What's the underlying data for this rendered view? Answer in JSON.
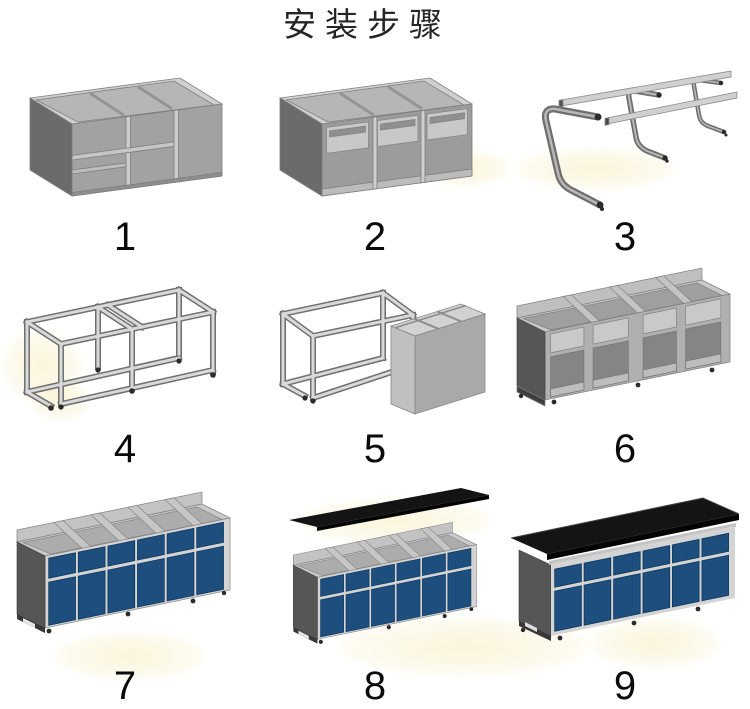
{
  "title": "安装步骤",
  "colors": {
    "page-bg": "#ffffff",
    "text": "#262626",
    "panel-blue": "#1d4e7e",
    "top-black": "#141414",
    "frame-gray": "#d6d6d6",
    "carcass-gray": "#a8a8a8",
    "end-panel-gray": "#565656",
    "watermark": "#f4e8aa"
  },
  "steps": [
    {
      "label": "1",
      "illustration": "cabinet-carcass"
    },
    {
      "label": "2",
      "illustration": "cabinet-with-drawer-boxes"
    },
    {
      "label": "3",
      "illustration": "c-leg-frame-parts-with-beams"
    },
    {
      "label": "4",
      "illustration": "assembled-support-frame"
    },
    {
      "label": "5",
      "illustration": "frame-with-cabinet-sliding-in"
    },
    {
      "label": "6",
      "illustration": "bench-carcass-row-on-frame"
    },
    {
      "label": "7",
      "illustration": "bench-with-blue-fronts"
    },
    {
      "label": "8",
      "illustration": "bench-with-floating-worktop"
    },
    {
      "label": "9",
      "illustration": "finished-bench-with-black-worktop"
    }
  ]
}
